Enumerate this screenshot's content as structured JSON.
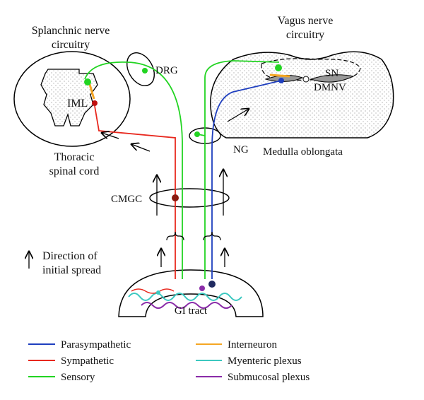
{
  "labels": {
    "splanchnic_title_line1": "Splanchnic nerve",
    "splanchnic_title_line2": "circuitry",
    "vagus_title_line1": "Vagus nerve",
    "vagus_title_line2": "circuitry",
    "iml": "IML",
    "drg": "DRG",
    "sn": "SN",
    "dmnv": "DMNV",
    "ng": "NG",
    "medulla": "Medulla oblongata",
    "thoracic_line1": "Thoracic",
    "thoracic_line2": "spinal cord",
    "cmgc": "CMGC",
    "direction_line1": "Direction of",
    "direction_line2": "initial spread",
    "gi_tract": "GI tract"
  },
  "legend": {
    "items": [
      {
        "label": "Parasympathetic",
        "color": "#1f3fbf"
      },
      {
        "label": "Sympathetic",
        "color": "#e8281e"
      },
      {
        "label": "Sensory",
        "color": "#22d422"
      },
      {
        "label": "Interneuron",
        "color": "#f5a623"
      },
      {
        "label": "Myenteric plexus",
        "color": "#3cc8c0"
      },
      {
        "label": "Submucosal plexus",
        "color": "#8a2ca8"
      }
    ]
  },
  "colors": {
    "parasympathetic": "#1f3fbf",
    "sympathetic": "#e8281e",
    "sensory": "#22d422",
    "interneuron": "#f5a623",
    "myenteric": "#3cc8c0",
    "submucosal": "#8a2ca8",
    "ganglion": "#8b1a10"
  }
}
